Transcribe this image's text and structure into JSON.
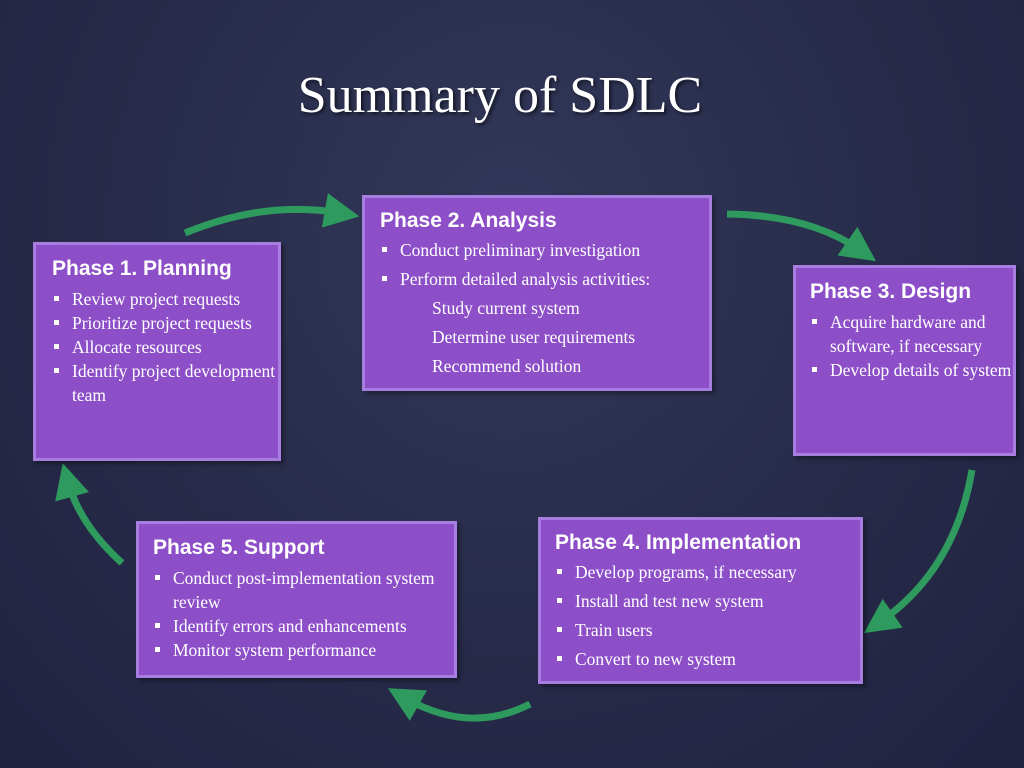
{
  "title": "Summary of SDLC",
  "colors": {
    "box_fill": "#8d4fc8",
    "box_border": "#a77de0",
    "arrow": "#2e9a5e",
    "background": "#272b49"
  },
  "phases": [
    {
      "heading": "Phase 1. Planning",
      "bullets": [
        "Review project requests",
        "Prioritize project requests",
        "Allocate resources",
        "Identify project development team"
      ]
    },
    {
      "heading": "Phase 2. Analysis",
      "bullets": [
        "Conduct preliminary investigation",
        "Perform detailed analysis activities:"
      ],
      "subitems": [
        "Study current system",
        "Determine user requirements",
        "Recommend solution"
      ]
    },
    {
      "heading": "Phase 3. Design",
      "bullets": [
        "Acquire hardware and software, if necessary",
        "Develop details of system"
      ]
    },
    {
      "heading": "Phase 4. Implementation",
      "bullets": [
        "Develop programs, if necessary",
        "Install and test new system",
        "Train users",
        "Convert to new system"
      ]
    },
    {
      "heading": "Phase 5. Support",
      "bullets": [
        "Conduct post-implementation system review",
        "Identify errors and enhancements",
        "Monitor system performance"
      ]
    }
  ]
}
